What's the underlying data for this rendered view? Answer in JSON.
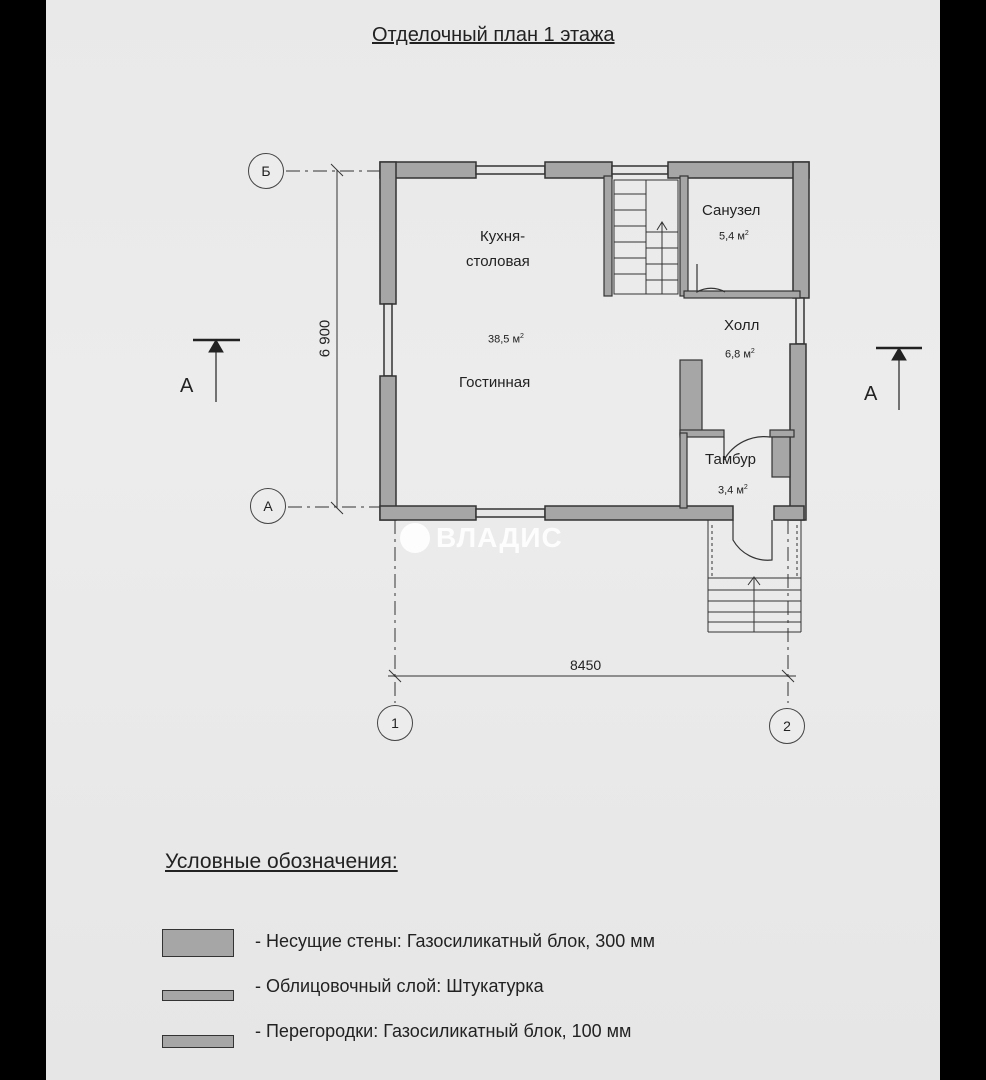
{
  "title": "Отделочный план 1 этажа",
  "axes": {
    "B": "Б",
    "A": "А",
    "one": "1",
    "two": "2"
  },
  "dimensions": {
    "vertical": "6 900",
    "horizontal": "8450"
  },
  "section_marks": {
    "left": "А",
    "right": "А"
  },
  "rooms": {
    "kitchen_line1": "Кухня-",
    "kitchen_line2": "столовая",
    "living_area": "38,5 м",
    "living": "Гостинная",
    "bathroom": "Санузел",
    "bathroom_area": "5,4 м",
    "hall": "Холл",
    "hall_area": "6,8 м",
    "vestibule": "Тамбур",
    "vestibule_area": "3,4 м",
    "area_sup": "2"
  },
  "watermark": "ВЛАДИС",
  "legend": {
    "title": "Условные обозначения:",
    "items": [
      "- Несущие стены: Газосиликатный блок, 300 мм",
      "- Облицовочный слой: Штукатурка",
      "- Перегородки: Газосиликатный блок, 100 мм"
    ]
  },
  "colors": {
    "wall": "#a6a6a6",
    "line": "#333333"
  }
}
